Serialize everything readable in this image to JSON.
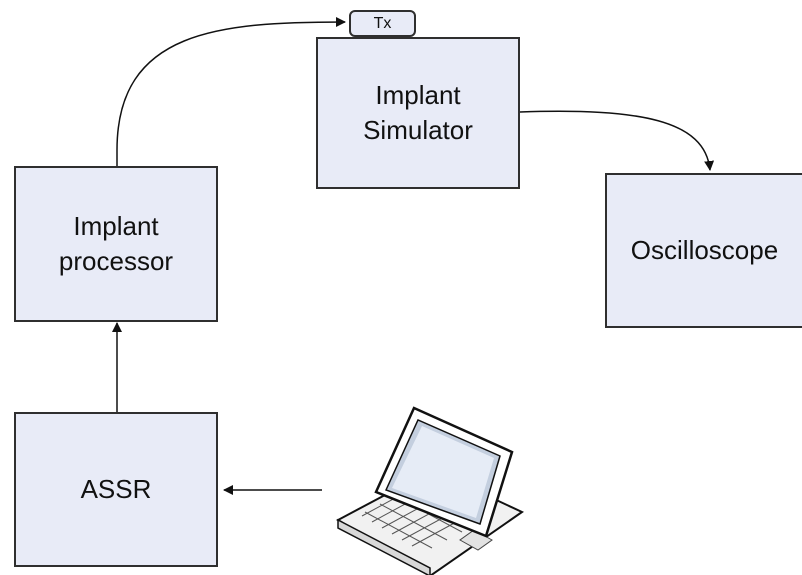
{
  "nodes": {
    "implant_simulator": {
      "label": "Implant\nSimulator"
    },
    "tx": {
      "label": "Tx"
    },
    "implant_processor": {
      "label": "Implant\nprocessor"
    },
    "oscilloscope": {
      "label": "Oscilloscope"
    },
    "assr": {
      "label": "ASSR"
    }
  },
  "icons": {
    "laptop": "laptop-icon"
  },
  "colors": {
    "box_fill": "#e8ebf7",
    "stroke": "#2f2f2f"
  }
}
